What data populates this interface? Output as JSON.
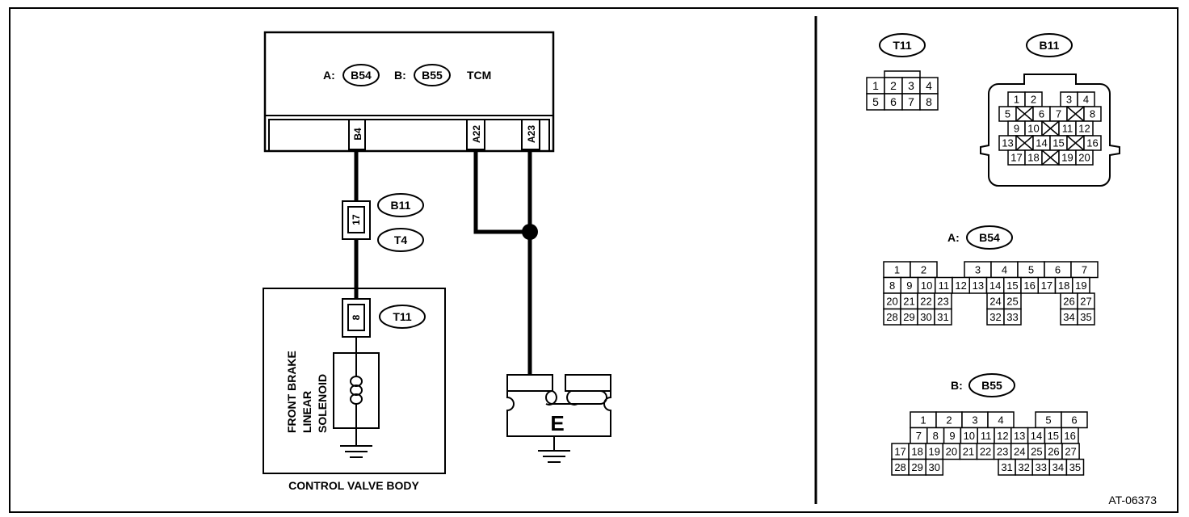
{
  "tcm": {
    "a_prefix": "A:",
    "a_code": "B54",
    "b_prefix": "B:",
    "b_code": "B55",
    "name": "TCM"
  },
  "terminals": {
    "b4": "B4",
    "a22": "A22",
    "a23": "A23"
  },
  "inline": {
    "pin": "17",
    "tag1": "B11",
    "tag2": "T4"
  },
  "valve_conn": {
    "pin": "8",
    "tag": "T11"
  },
  "solenoid_label": [
    "FRONT BRAKE",
    "LINEAR",
    "SOLENOID"
  ],
  "control_valve_body": "CONTROL VALVE BODY",
  "ground_label": "E",
  "figure_id": "AT-06373",
  "t11": {
    "title": "T11",
    "rows": [
      [
        "1",
        "2",
        "3",
        "4"
      ],
      [
        "5",
        "6",
        "7",
        "8"
      ]
    ]
  },
  "b11": {
    "title": "B11",
    "rows": [
      [
        "1",
        "2",
        "",
        "3",
        "4"
      ],
      [
        "5",
        "",
        "6",
        "7",
        "",
        "8"
      ],
      [
        "9",
        "10",
        "",
        "11",
        "12"
      ],
      [
        "13",
        "",
        "14",
        "15",
        "",
        "16"
      ],
      [
        "17",
        "18",
        "",
        "19",
        "20"
      ]
    ]
  },
  "b54": {
    "prefix": "A:",
    "title": "B54",
    "rows": [
      [
        "1",
        "2",
        "3",
        "4",
        "5",
        "6",
        "7"
      ],
      [
        "8",
        "9",
        "10",
        "11",
        "12",
        "13",
        "14",
        "15",
        "16",
        "17",
        "18",
        "19"
      ],
      [
        "20",
        "21",
        "22",
        "23",
        "24",
        "25",
        "26",
        "27"
      ],
      [
        "28",
        "29",
        "30",
        "31",
        "32",
        "33",
        "34",
        "35"
      ]
    ]
  },
  "b55": {
    "prefix": "B:",
    "title": "B55",
    "rows": [
      [
        "1",
        "2",
        "3",
        "4",
        "5",
        "6"
      ],
      [
        "7",
        "8",
        "9",
        "10",
        "11",
        "12",
        "13",
        "14",
        "15",
        "16"
      ],
      [
        "17",
        "18",
        "19",
        "20",
        "21",
        "22",
        "23",
        "24",
        "25",
        "26",
        "27"
      ],
      [
        "28",
        "29",
        "30",
        "31",
        "32",
        "33",
        "34",
        "35"
      ]
    ]
  }
}
